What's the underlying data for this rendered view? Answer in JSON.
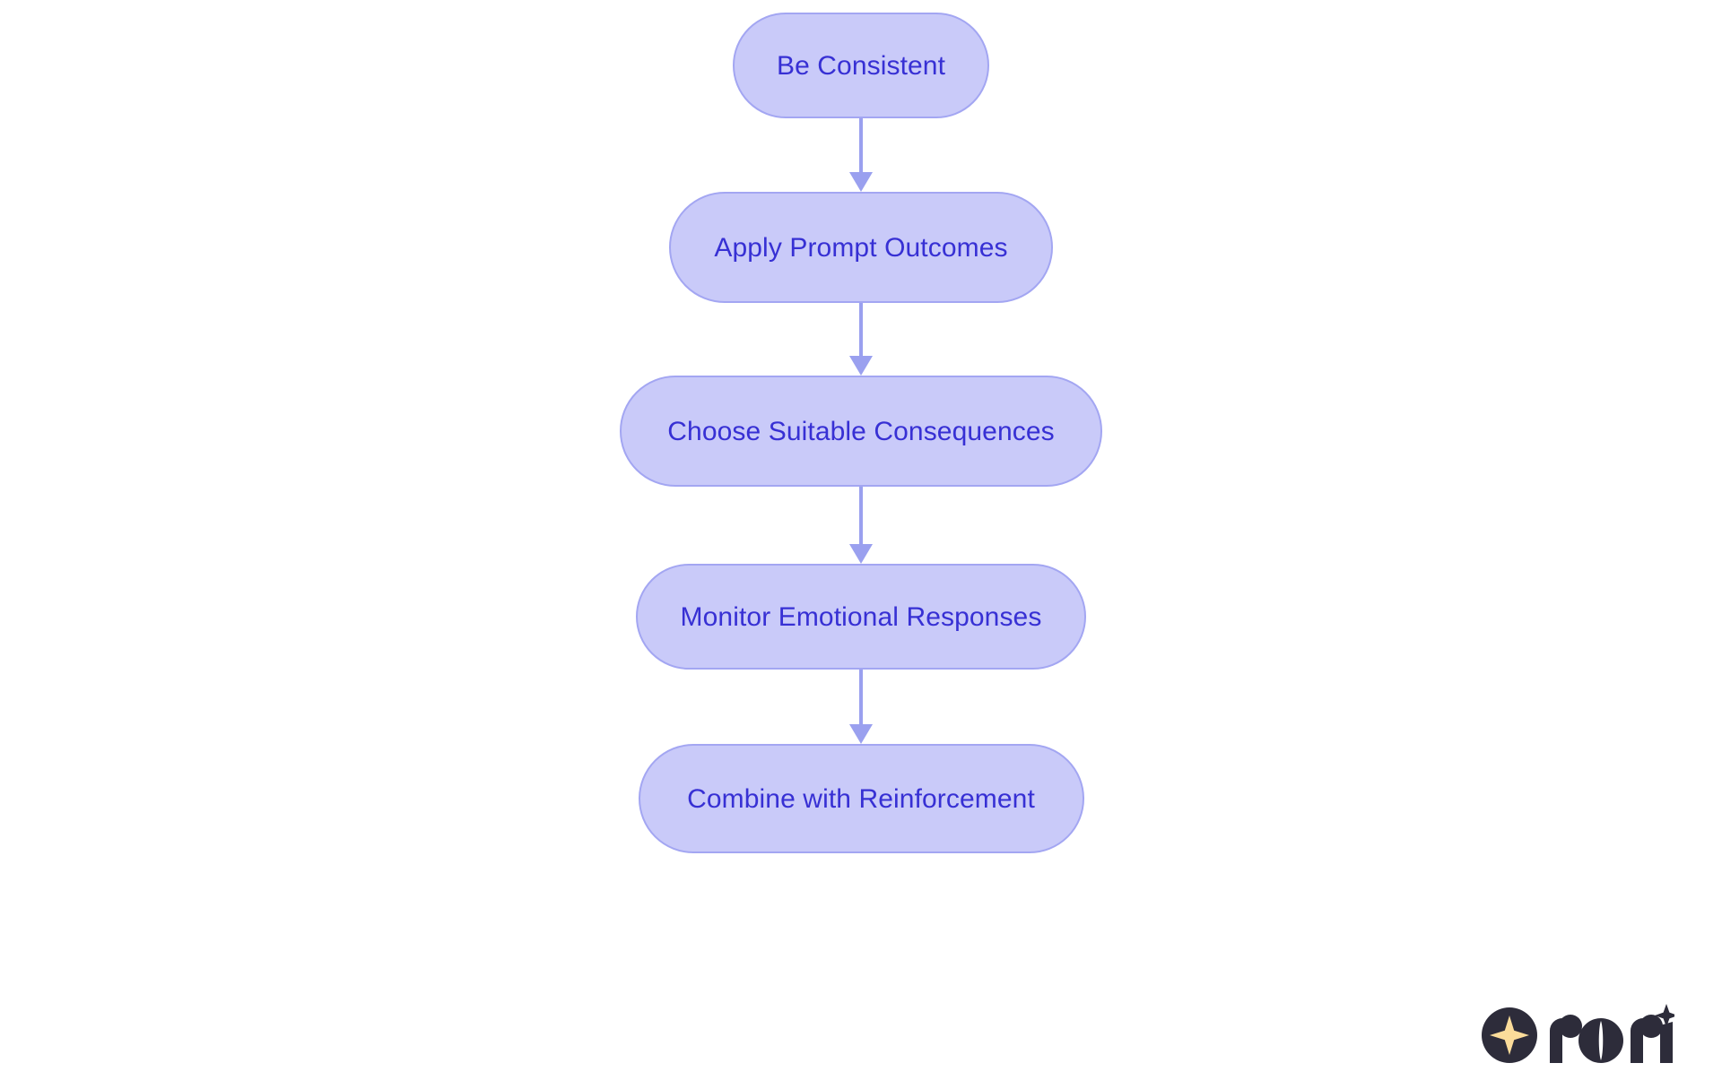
{
  "diagram": {
    "type": "flowchart",
    "orientation": "top-to-bottom",
    "title": "",
    "background_color": "#ffffff",
    "node_fill_color": "#c9caf9",
    "node_border_color": "#a3a6f2",
    "node_text_color": "#3730d4",
    "connector_color": "#9aa0ef",
    "nodes": [
      {
        "id": "node-1",
        "label": "Be Consistent",
        "shape": "pill",
        "order": 1
      },
      {
        "id": "node-2",
        "label": "Apply Prompt Outcomes",
        "shape": "pill",
        "order": 2
      },
      {
        "id": "node-3",
        "label": "Choose Suitable Consequences",
        "shape": "pill",
        "order": 3
      },
      {
        "id": "node-4",
        "label": "Monitor Emotional Responses",
        "shape": "pill",
        "order": 4
      },
      {
        "id": "node-5",
        "label": "Combine with Reinforcement",
        "shape": "pill",
        "order": 5
      }
    ],
    "edges": [
      {
        "id": "edge-1",
        "from": "node-1",
        "to": "node-2",
        "label": "",
        "arrow": "down"
      },
      {
        "id": "edge-2",
        "from": "node-2",
        "to": "node-3",
        "label": "",
        "arrow": "down"
      },
      {
        "id": "edge-3",
        "from": "node-3",
        "to": "node-4",
        "label": "",
        "arrow": "down"
      },
      {
        "id": "edge-4",
        "from": "node-4",
        "to": "node-5",
        "label": "",
        "arrow": "down"
      }
    ]
  },
  "branding": {
    "name": "rori",
    "mark_icon": "sparkle-star-icon",
    "mark_circle_color": "#2d2c3a",
    "mark_star_color": "#fbdc9a",
    "wordmark_color": "#2d2c3a"
  }
}
